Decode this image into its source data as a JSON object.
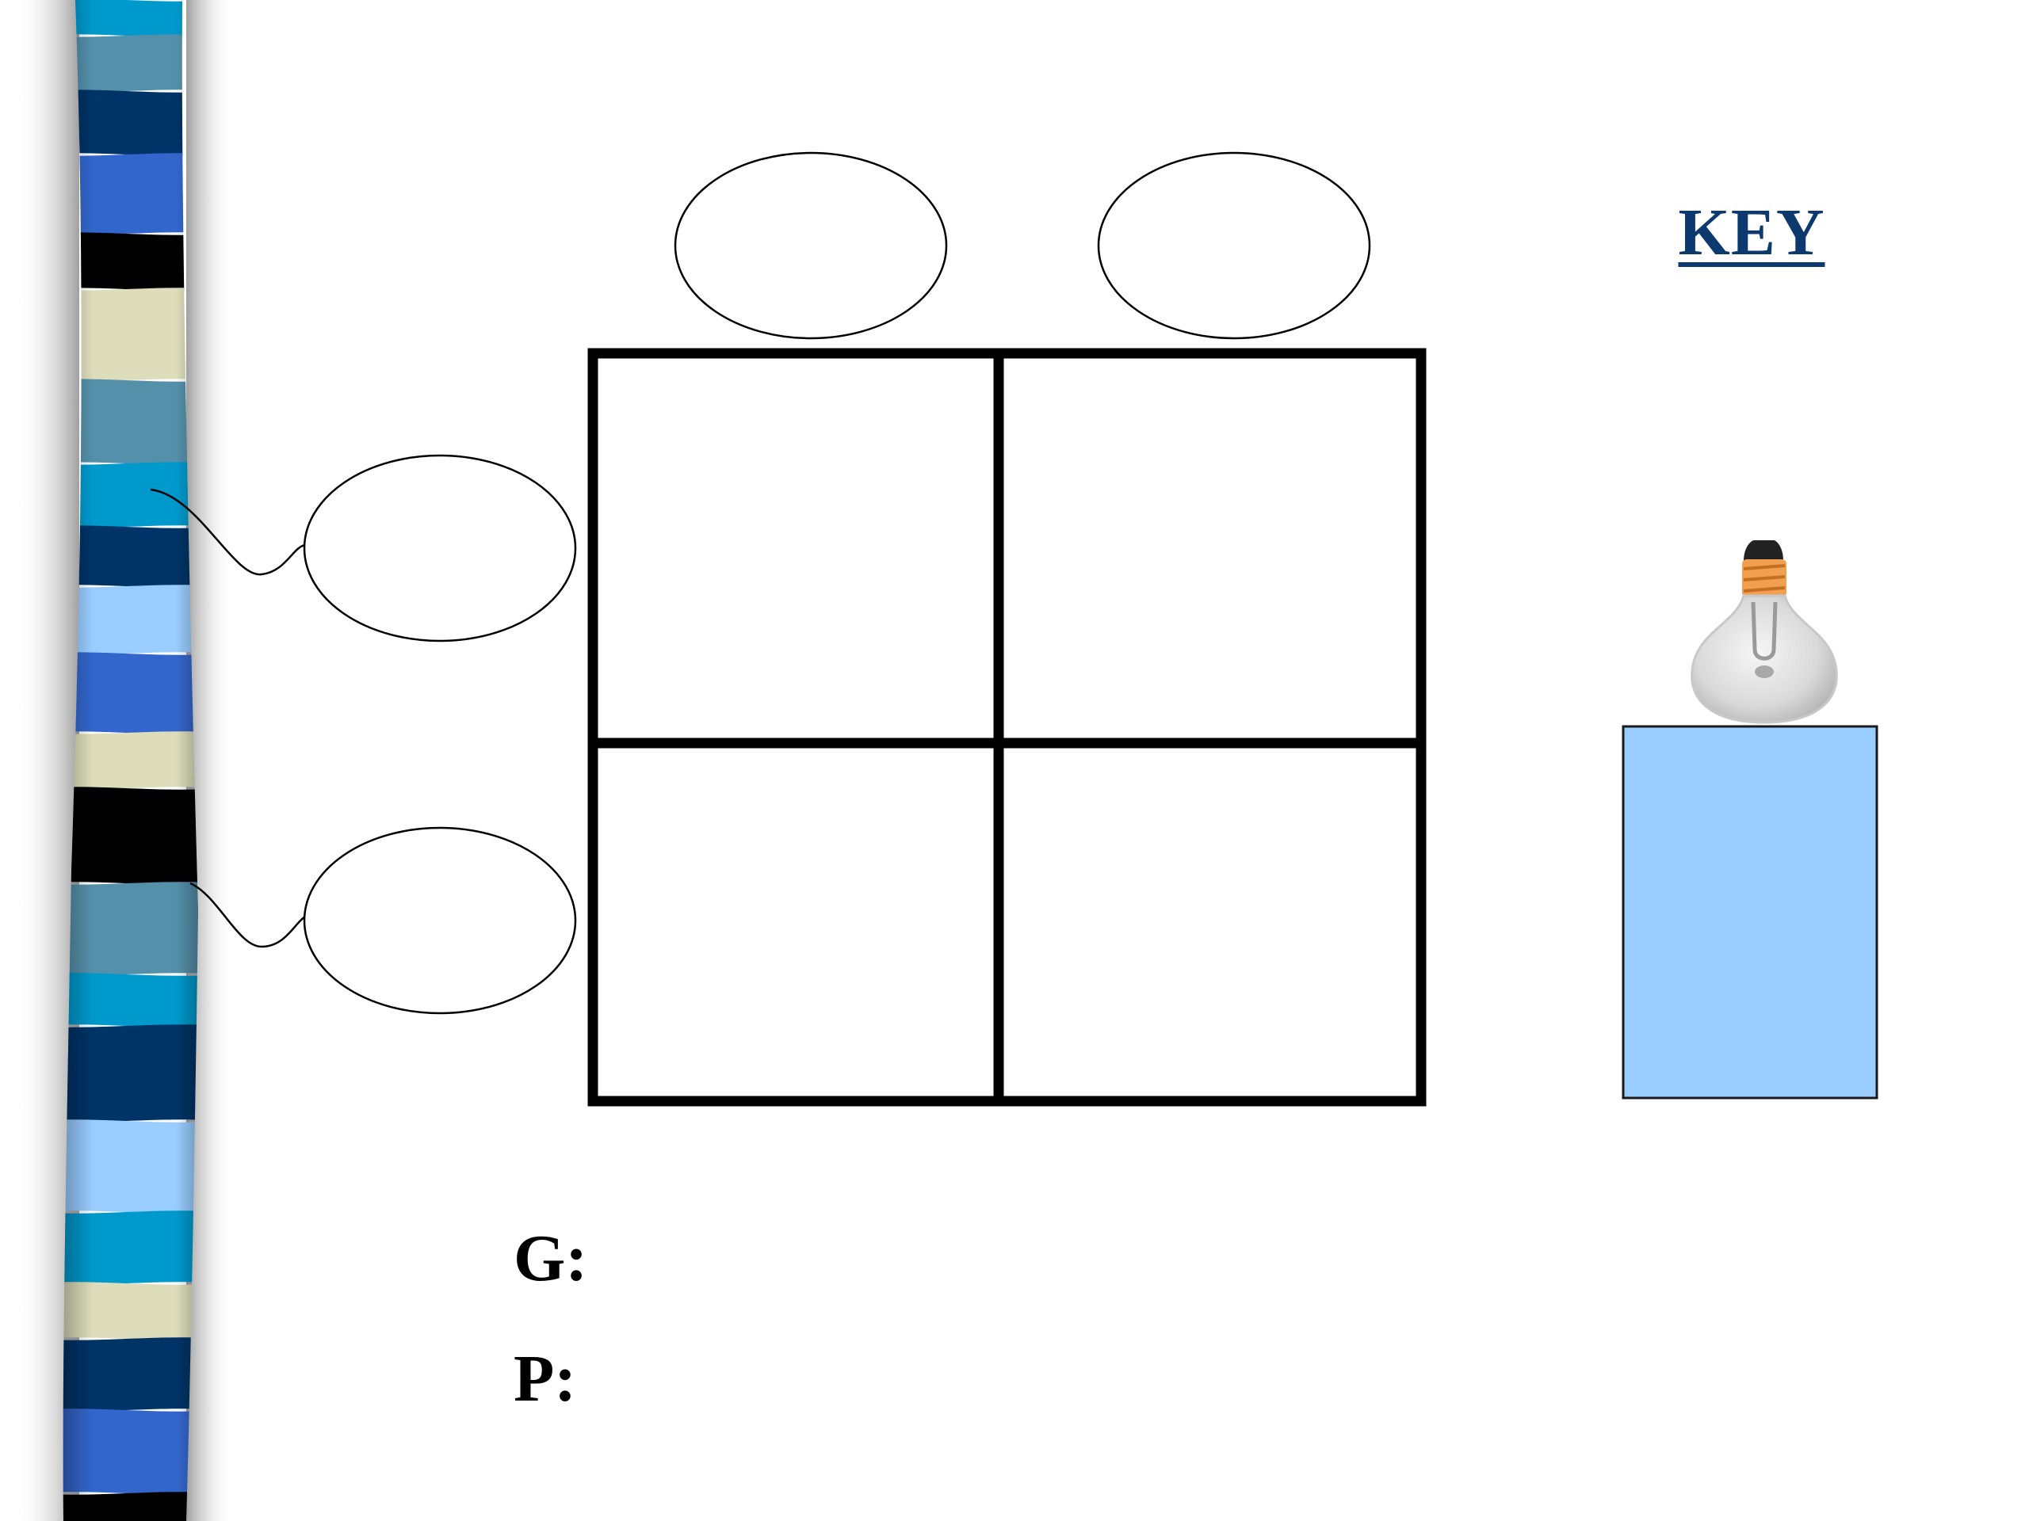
{
  "key": {
    "title": "KEY"
  },
  "labels": {
    "genotype": "G:",
    "phenotype": "P:"
  },
  "colors": {
    "key_box": "#99ccff",
    "key_title": "#0d3a6e",
    "stripe_palette": [
      "#0099cc",
      "#5590aa",
      "#003366",
      "#3366cc",
      "#000000",
      "#ddddbb",
      "#99ccff"
    ]
  },
  "icons": [
    "lightbulb-icon"
  ]
}
